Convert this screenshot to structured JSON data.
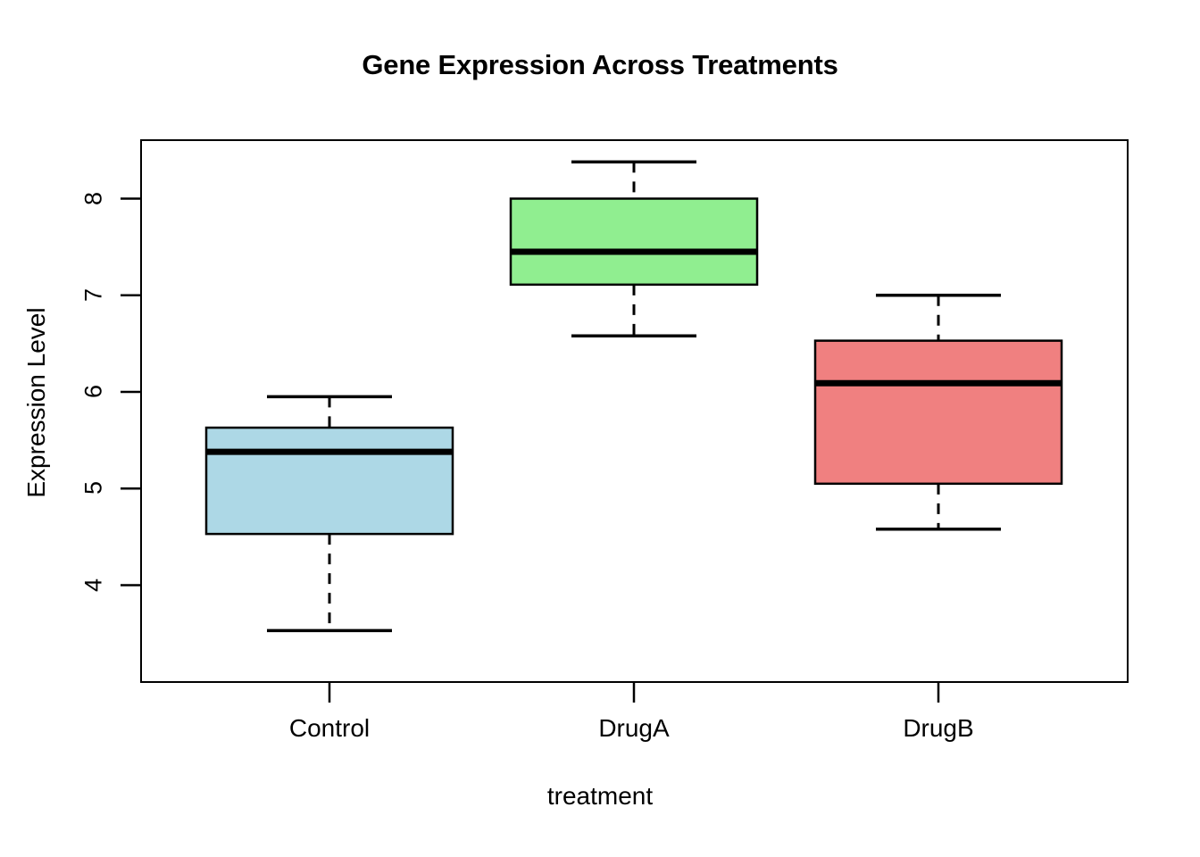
{
  "chart_data": {
    "type": "box",
    "title": "Gene Expression Across Treatments",
    "xlabel": "treatment",
    "ylabel": "Expression Level",
    "categories": [
      "Control",
      "DrugA",
      "DrugB"
    ],
    "ytick_labels": [
      "4",
      "5",
      "6",
      "7",
      "8"
    ],
    "ytick_values": [
      4,
      5,
      6,
      7,
      8
    ],
    "ylim": [
      3.3,
      8.6
    ],
    "grid": false,
    "legend": "none",
    "box_colors": [
      "#ADD8E6",
      "#90EE90",
      "#F08080"
    ],
    "border_color": "#000000",
    "median_color": "#000000",
    "boxes": [
      {
        "name": "Control",
        "color": "#ADD8E6",
        "whisker_low": 3.53,
        "q1": 4.53,
        "median": 5.38,
        "q3": 5.63,
        "whisker_high": 5.95
      },
      {
        "name": "DrugA",
        "color": "#90EE90",
        "whisker_low": 6.58,
        "q1": 7.11,
        "median": 7.45,
        "q3": 8.0,
        "whisker_high": 8.38
      },
      {
        "name": "DrugB",
        "color": "#F08080",
        "whisker_low": 4.58,
        "q1": 5.05,
        "median": 6.09,
        "q3": 6.53,
        "whisker_high": 7.0
      }
    ]
  },
  "title": {
    "text": "Gene Expression Across Treatments"
  },
  "axes": {
    "y_title": "Expression Level",
    "x_title": "treatment",
    "y_ticks": [
      "4",
      "5",
      "6",
      "7",
      "8"
    ],
    "x_ticks": [
      "Control",
      "DrugA",
      "DrugB"
    ]
  }
}
